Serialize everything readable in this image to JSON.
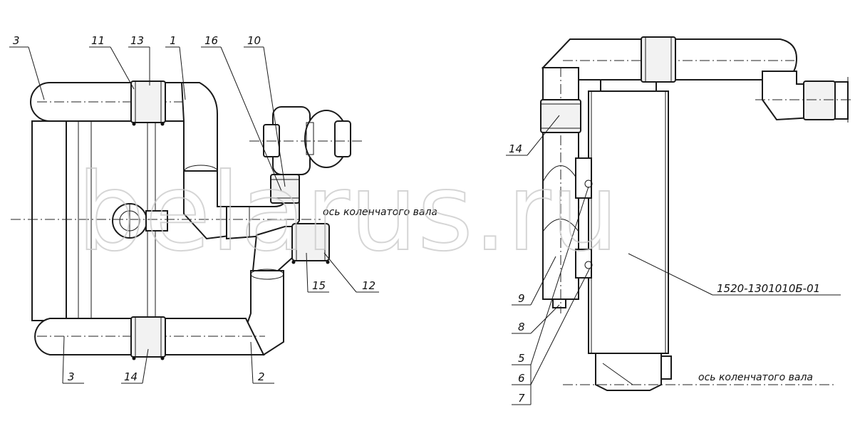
{
  "watermark": "belarus.ru",
  "left_view": {
    "callouts": {
      "c3_top": "3",
      "c11": "11",
      "c13": "13",
      "c1": "1",
      "c16": "16",
      "c10": "10",
      "c15": "15",
      "c12": "12",
      "c3_bottom": "3",
      "c14": "14",
      "c2": "2"
    },
    "axis_label": "ось коленчатого вала"
  },
  "right_view": {
    "callouts": {
      "c14": "14",
      "c9": "9",
      "c8": "8",
      "c5": "5",
      "c6": "6",
      "c7": "7",
      "part_number": "1520-1301010Б-01"
    },
    "axis_label": "ось коленчатого вала"
  }
}
